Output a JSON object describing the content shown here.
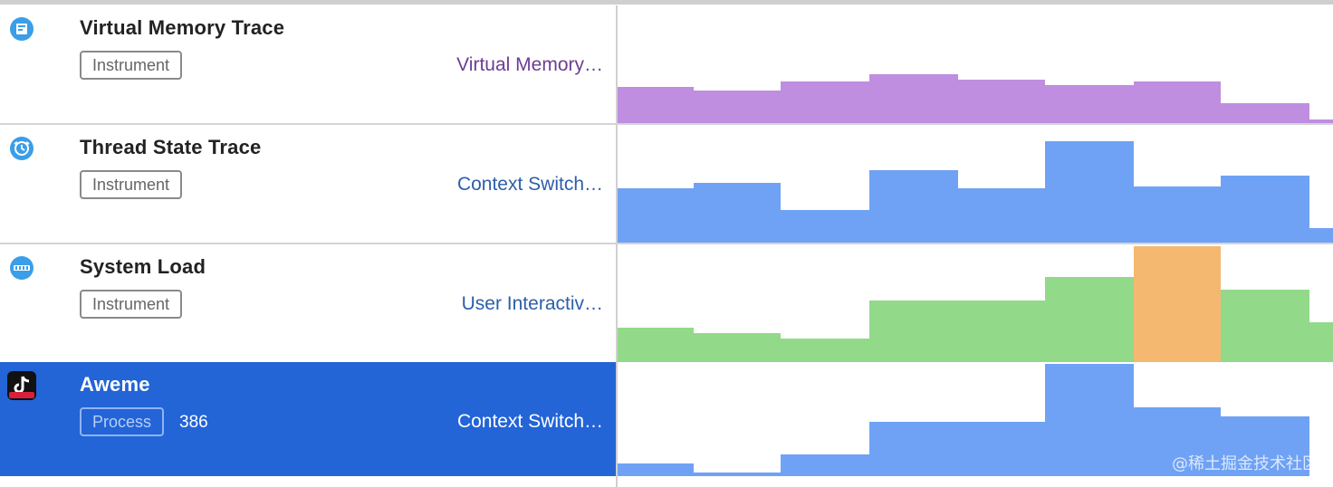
{
  "rows": [
    {
      "name": "Virtual Memory Trace",
      "tag": "Instrument",
      "detail": "Virtual Memory…",
      "icon": "virtual-memory-icon",
      "color": "#bf8ee0",
      "values": [
        40,
        36,
        46,
        54,
        48,
        42,
        46,
        22,
        4
      ]
    },
    {
      "name": "Thread State Trace",
      "tag": "Instrument",
      "detail": "Context Switch…",
      "icon": "thread-state-icon",
      "color": "#6fa2f5",
      "values": [
        60,
        66,
        36,
        80,
        60,
        112,
        62,
        74,
        16
      ]
    },
    {
      "name": "System Load",
      "tag": "Instrument",
      "detail": "User Interactiv…",
      "icon": "system-load-icon",
      "color": "#92d98a",
      "highlight_color": "#f4b870",
      "highlight_index": 6,
      "values": [
        38,
        32,
        26,
        68,
        68,
        94,
        128,
        80,
        44
      ]
    },
    {
      "name": "Aweme",
      "tag": "Process",
      "pid": "386",
      "detail": "Context Switch…",
      "icon": "aweme-app-icon",
      "color": "#6fa2f5",
      "values": [
        18,
        8,
        28,
        64,
        64,
        128,
        80,
        70,
        4
      ]
    }
  ],
  "watermark": "@稀土掘金技术社区"
}
